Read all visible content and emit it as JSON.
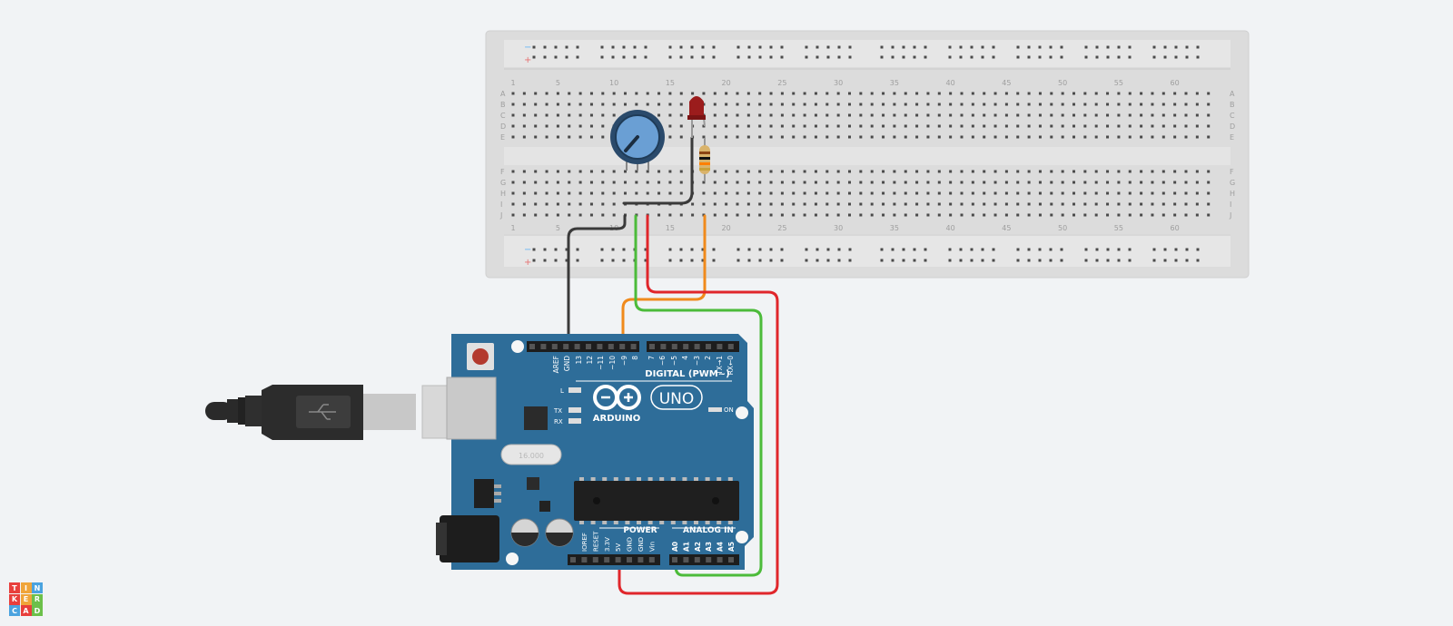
{
  "app": {
    "logo_letters": [
      "T",
      "I",
      "N",
      "K",
      "E",
      "R",
      "C",
      "A",
      "D"
    ],
    "logo_colors": [
      "#e83f3c",
      "#f0a53a",
      "#4aa3df",
      "#e83f3c",
      "#f0a53a",
      "#6cc04a",
      "#4aa3df",
      "#e83f3c",
      "#6cc04a"
    ]
  },
  "breadboard": {
    "power_rail_minus": "−",
    "power_rail_plus": "+",
    "row_labels": [
      "A",
      "B",
      "C",
      "D",
      "E",
      "F",
      "G",
      "H",
      "I",
      "J"
    ],
    "column_numbers": [
      "1",
      "5",
      "10",
      "15",
      "20",
      "25",
      "30",
      "35",
      "40",
      "45",
      "50",
      "55",
      "60"
    ]
  },
  "arduino": {
    "header_top_labels": [
      "AREF",
      "GND",
      "13",
      "12",
      "~11",
      "~10",
      "~9",
      "8",
      "7",
      "~6",
      "~5",
      "4",
      "~3",
      "2",
      "TX→1",
      "RX←0"
    ],
    "digital_label": "DIGITAL (PWM~)",
    "led_l": "L",
    "led_tx": "TX",
    "led_rx": "RX",
    "logo_text": "ARDUINO",
    "uno_text": "UNO",
    "on_label": "ON",
    "power_label": "POWER",
    "analog_label": "ANALOG IN",
    "power_pins": [
      "IOREF",
      "RESET",
      "3.3V",
      "5V",
      "GND",
      "GND",
      "Vin"
    ],
    "analog_pins": [
      "A0",
      "A1",
      "A2",
      "A3",
      "A4",
      "A5"
    ],
    "crystal_text": "16.000"
  },
  "wires": {
    "colors": {
      "black": "#3a3a3a",
      "green": "#4cbb3a",
      "red": "#e0262b",
      "orange": "#f08a1c"
    }
  }
}
